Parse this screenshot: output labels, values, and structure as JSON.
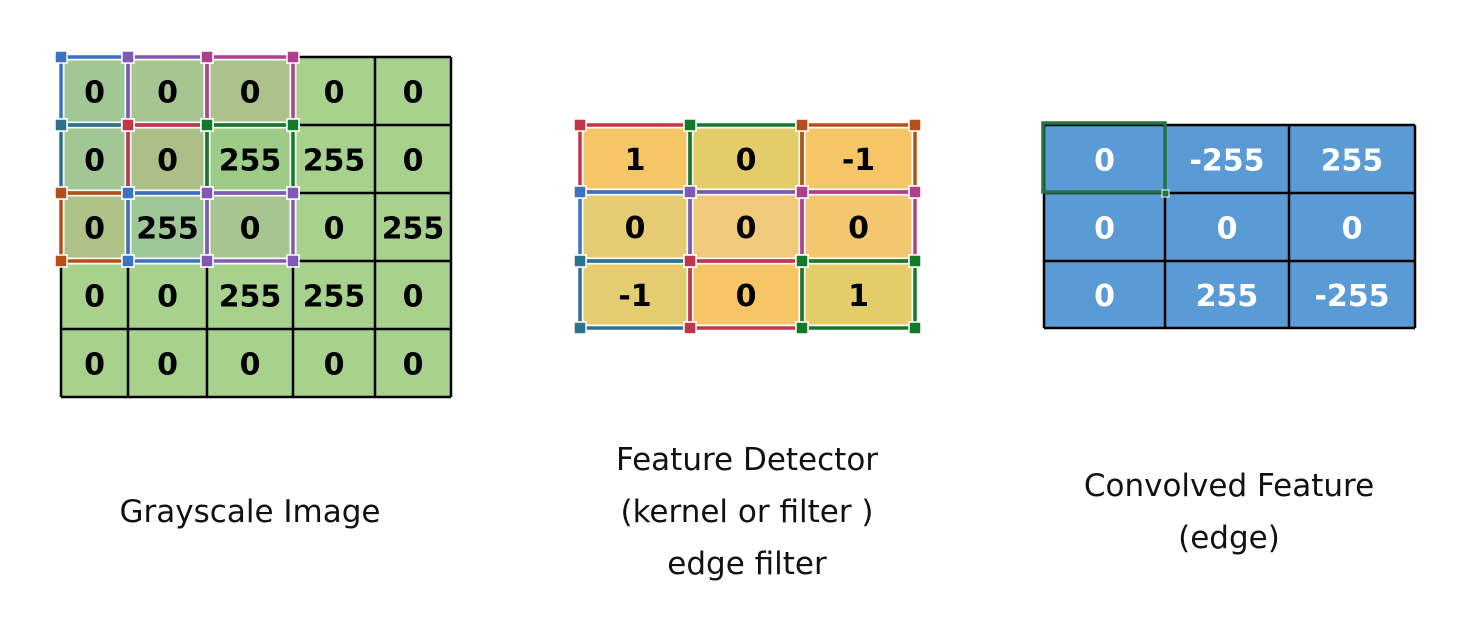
{
  "grayscale_image": {
    "caption": "Grayscale Image",
    "fill_color": "#a9d18e",
    "values": [
      [
        "0",
        "0",
        "0",
        "0",
        "0"
      ],
      [
        "0",
        "0",
        "255",
        "255",
        "0"
      ],
      [
        "0",
        "255",
        "0",
        "0",
        "255"
      ],
      [
        "0",
        "0",
        "255",
        "255",
        "0"
      ],
      [
        "0",
        "0",
        "0",
        "0",
        "0"
      ]
    ],
    "highlight_tints": [
      [
        "#a3c794",
        "#a8c490",
        "#abc28c"
      ],
      [
        "#a3c794",
        "#adbf88",
        "#9ecb88"
      ],
      [
        "#aec186",
        "#9ec797",
        "#a7c491"
      ]
    ],
    "highlight_colors": [
      [
        "#3b73c4",
        "#8059b3",
        "#b0408a"
      ],
      [
        "#2e7290",
        "#c0374a",
        "#137a2a"
      ],
      [
        "#b5501a",
        "#3b73c4",
        "#8059b3"
      ]
    ]
  },
  "feature_detector": {
    "caption_lines": [
      "Feature Detector",
      "(kernel or filter )",
      "edge filter"
    ],
    "values": [
      [
        "1",
        "0",
        "-1"
      ],
      [
        "0",
        "0",
        "0"
      ],
      [
        "-1",
        "0",
        "1"
      ]
    ],
    "cell_fills": [
      [
        "#f6c566",
        "#e2cd68",
        "#f6c566"
      ],
      [
        "#e5cc74",
        "#f0ca7a",
        "#f4c76e"
      ],
      [
        "#e4cd70",
        "#f6c566",
        "#e2cd68"
      ]
    ],
    "border_colors": [
      [
        "#c0374a",
        "#137a2a",
        "#b5501a"
      ],
      [
        "#3b73c4",
        "#8059b3",
        "#b0408a"
      ],
      [
        "#2e7290",
        "#c0374a",
        "#137a2a"
      ]
    ]
  },
  "convolved_feature": {
    "caption_lines": [
      "Convolved Feature",
      "(edge)"
    ],
    "fill_color": "#5b9bd5",
    "selected_border_color": "#217346",
    "values": [
      [
        "0",
        "-255",
        "255"
      ],
      [
        "0",
        "0",
        "0"
      ],
      [
        "0",
        "255",
        "-255"
      ]
    ]
  }
}
